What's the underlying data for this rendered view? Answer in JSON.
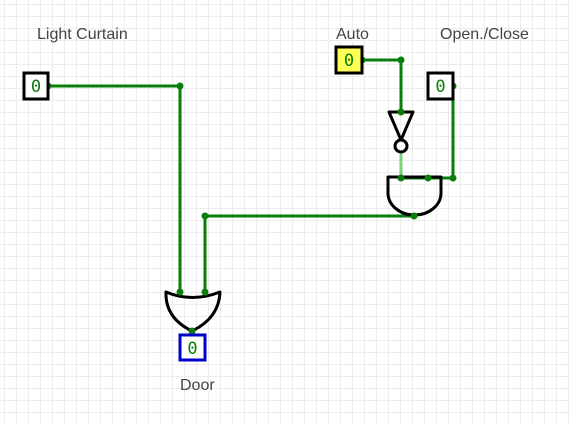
{
  "inputs": {
    "light_curtain": {
      "label": "Light Curtain",
      "value": "0"
    },
    "auto": {
      "label": "Auto",
      "value": "0"
    },
    "open_close": {
      "label": "Open./Close",
      "value": "0"
    }
  },
  "outputs": {
    "door": {
      "label": "Door",
      "value": "0"
    }
  },
  "colors": {
    "wire": "#0a7d0a",
    "wire_light": "#7ed17e",
    "gate": "#000000",
    "input_border": "#000000",
    "auto_fill": "#ffff55",
    "output_border": "#0000cc",
    "value_text": "#0a7d0a"
  }
}
